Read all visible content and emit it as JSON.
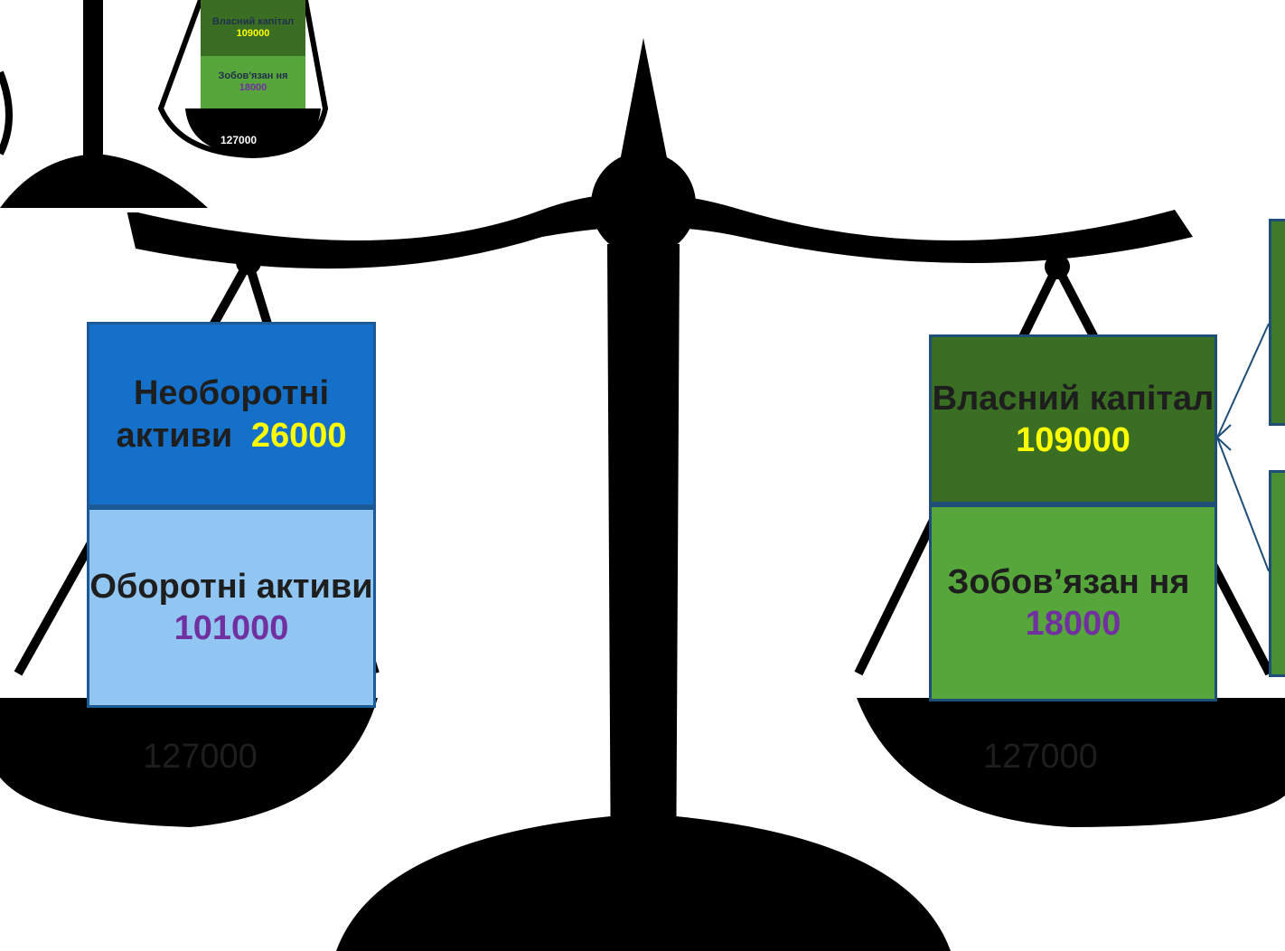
{
  "left_pan": {
    "top_label": "Необоротні активи",
    "top_value": "26000",
    "bottom_label": "Оборотні активи",
    "bottom_value": "101000",
    "total": "127000"
  },
  "right_pan": {
    "top_label": "Власний капітал",
    "top_value": "109000",
    "bottom_label": "Зобов’язан ня",
    "bottom_value": "18000",
    "total": "127000"
  },
  "thumbnail": {
    "top_label": "Власний капітал",
    "top_value": "109000",
    "bottom_label": "Зобов'язан ня",
    "bottom_value": "18000",
    "total": "127000"
  },
  "colors": {
    "scale": "#000000",
    "non_current_assets": "#1470c8",
    "current_assets": "#91c6f2",
    "equity": "#3a6e23",
    "liabilities": "#56a63c",
    "highlight_yellow": "#ffff00",
    "highlight_purple": "#7030a0",
    "connector": "#1f4e79"
  }
}
